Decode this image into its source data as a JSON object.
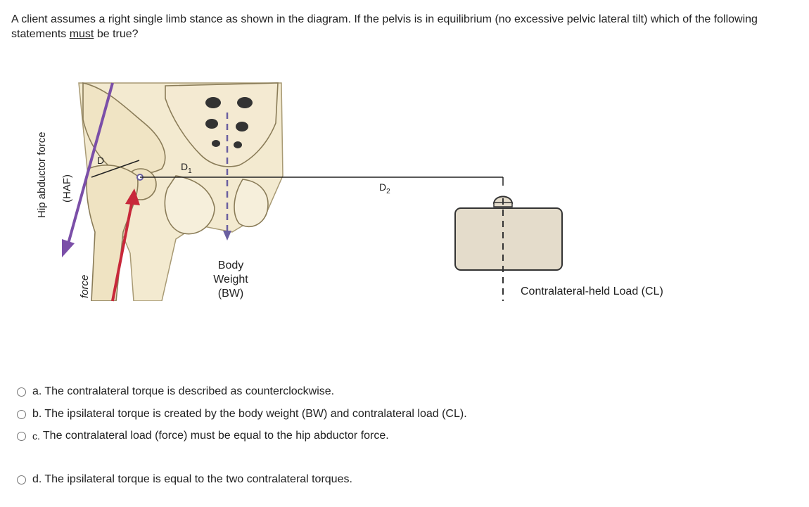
{
  "question": {
    "part1": "A client assumes a right single limb stance as shown in the diagram.  If the pelvis is in equilibrium (no excessive pelvic lateral tilt) which of the following statements ",
    "emphasis": "must",
    "part2": " be true?"
  },
  "figure": {
    "haf_label_line1": "Hip abductor force",
    "haf_label_line2": "(HAF)",
    "d_label": "D",
    "d1_label": "D",
    "d1_sub": "1",
    "d2_label": "D",
    "d2_sub": "2",
    "bw_line1": "Body",
    "bw_line2": "Weight",
    "bw_line3": "(BW)",
    "force_label": "force",
    "cl_label": "Contralateral-held Load (CL)",
    "colors": {
      "haf_arrow": "#7b4fa8",
      "jrf_arrow": "#c8283a",
      "bone": "#f3ead0",
      "load": "#e4dccb"
    }
  },
  "options": [
    {
      "letter": "a.",
      "text": "The contralateral torque is described as counterclockwise."
    },
    {
      "letter": "b.",
      "text": "The ipsilateral torque is created by the body weight (BW) and contralateral load (CL)."
    },
    {
      "letter": "c.",
      "text": "The contralateral load (force) must be equal to the hip abductor force."
    },
    {
      "letter": "d.",
      "text": "The ipsilateral torque is equal to the two contralateral torques."
    }
  ]
}
